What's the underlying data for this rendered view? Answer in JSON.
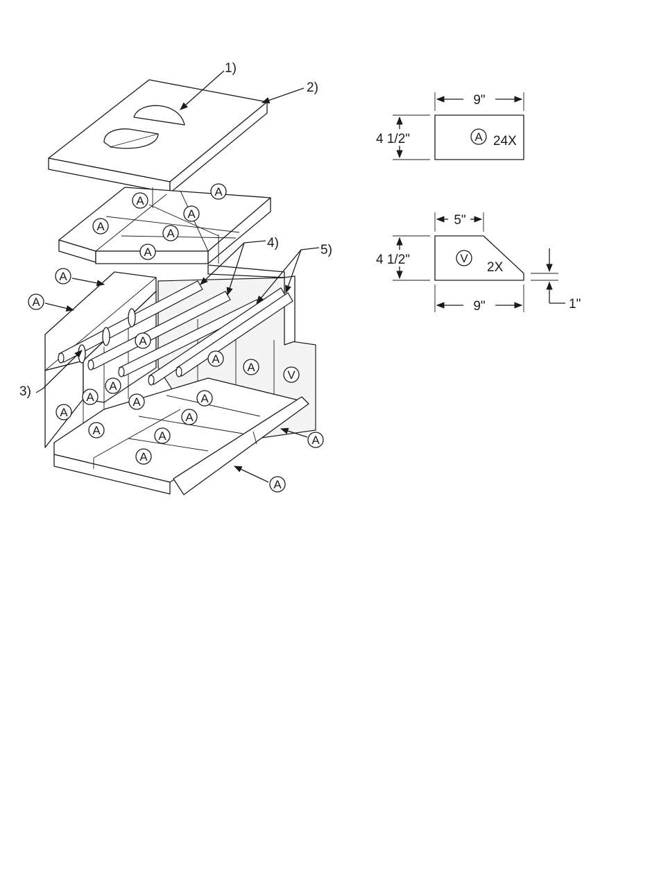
{
  "callouts": {
    "c1": "1)",
    "c2": "2)",
    "c3": "3)",
    "c4": "4)",
    "c5": "5)"
  },
  "brick_labels": {
    "a": "A",
    "v": "V"
  },
  "detail_a": {
    "width": "9\"",
    "height": "4 1/2\"",
    "label": "A",
    "qty": "24X"
  },
  "detail_v": {
    "top_width": "5\"",
    "height": "4 1/2\"",
    "label": "V",
    "qty": "2X",
    "bottom_width": "9\"",
    "chamfer": "1\""
  },
  "colors": {
    "line": "#1a1a1a",
    "background": "#ffffff"
  }
}
